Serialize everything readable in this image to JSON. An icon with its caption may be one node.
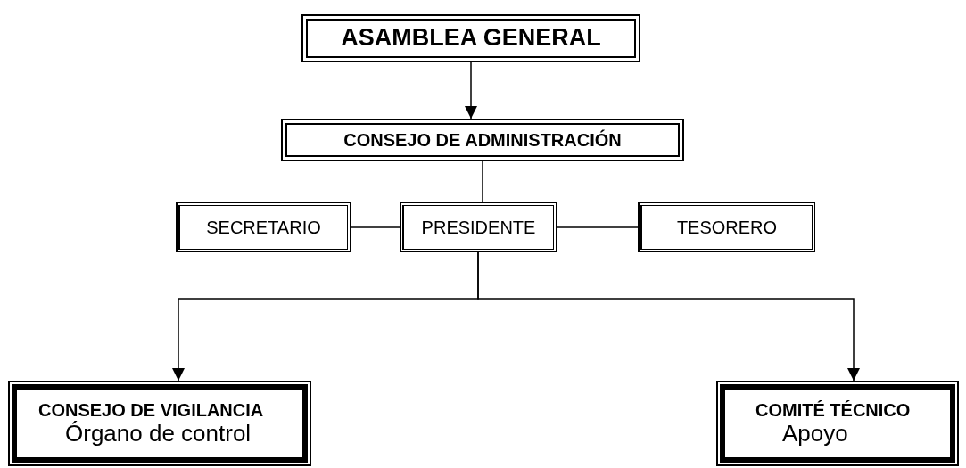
{
  "diagram": {
    "nodes": [
      {
        "text": [
          "ASAMBLEA GENERAL"
        ]
      },
      {
        "text": [
          "CONSEJO DE ADMINISTRACIÓN"
        ]
      },
      {
        "text": [
          "SECRETARIO"
        ]
      },
      {
        "text": [
          "PRESIDENTE"
        ]
      },
      {
        "text": [
          "TESORERO"
        ]
      },
      {
        "text": [
          "CONSEJO DE VIGILANCIA",
          "Órgano de control"
        ]
      },
      {
        "text": [
          "COMITÉ TÉCNICO",
          "Apoyo"
        ]
      }
    ],
    "edges": [
      {
        "from": 0,
        "to": 1,
        "arrow": "to"
      },
      {
        "from": 1,
        "to": 3,
        "arrow": "none"
      },
      {
        "from": 2,
        "to": 3,
        "arrow": "none"
      },
      {
        "from": 3,
        "to": 4,
        "arrow": "none"
      },
      {
        "from": 3,
        "to": 5,
        "arrow": "to"
      },
      {
        "from": 3,
        "to": 6,
        "arrow": "to"
      }
    ]
  }
}
